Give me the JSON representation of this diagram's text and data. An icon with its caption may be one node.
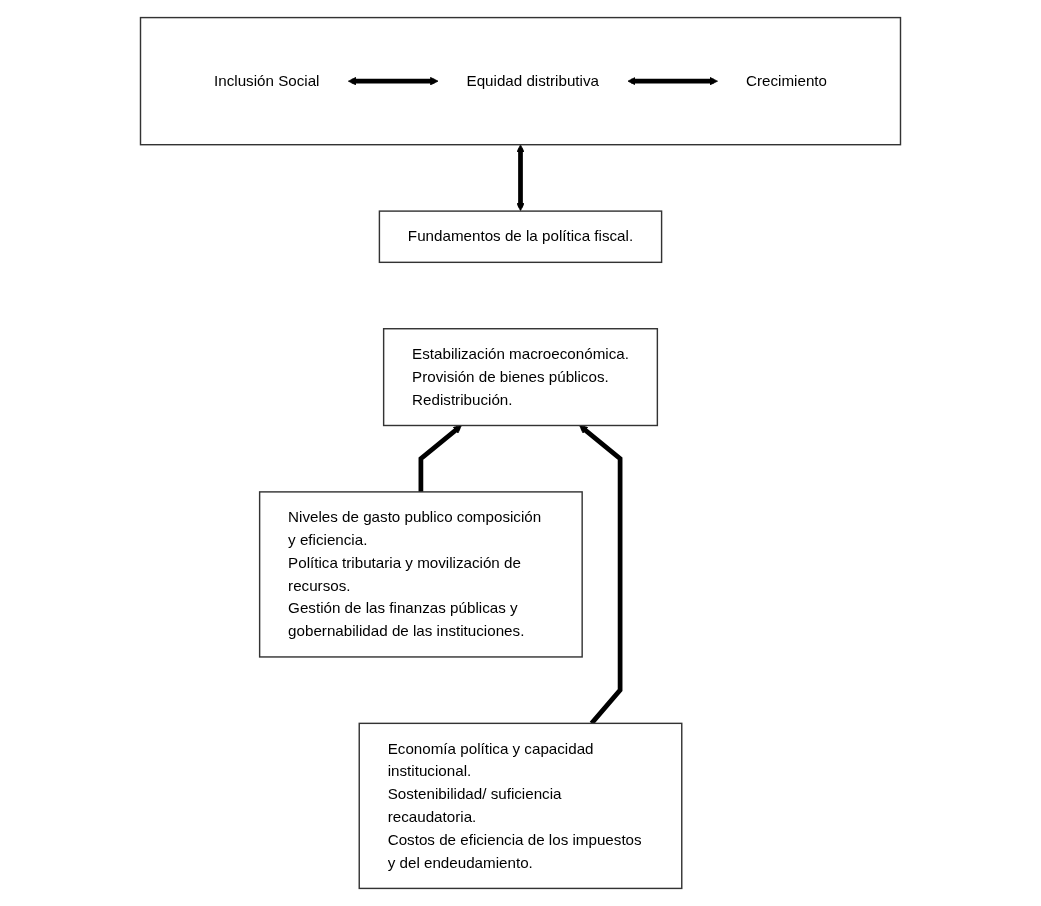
{
  "diagram": {
    "nodes": [
      {
        "text": [],
        "shape": "box"
      },
      {
        "text": [
          "Crecimiento"
        ],
        "in": 0
      },
      {
        "text": [
          "Equidad distributiva"
        ],
        "in": 0
      },
      {
        "text": [
          "Inclusión Social"
        ],
        "in": 0
      },
      {
        "text": [
          "Fundamentos de la política fiscal."
        ]
      },
      {
        "text": [
          "Estabilización macroeconómica.",
          "Provisión de bienes públicos.",
          "Redistribución."
        ]
      },
      {
        "text": [
          "Niveles de gasto publico composición y eficiencia.",
          "Política tributaria y movilización de recursos.",
          "Gestión de las finanzas públicas y gobernabilidad de las instituciones."
        ]
      },
      {
        "text": [
          "Economía política y capacidad institucional.",
          "Sostenibilidad/ suficiencia recaudatoria.",
          "Costos de eficiencia de los impuestos y del endeudamiento."
        ]
      }
    ],
    "edges": [
      {
        "from": 1,
        "to": 2,
        "arrow": "both"
      },
      {
        "from": 2,
        "to": 3,
        "arrow": "both"
      },
      {
        "from": 0,
        "to": 4,
        "arrow": "both"
      },
      {
        "from": 6,
        "to": 5,
        "arrow": "to"
      },
      {
        "from": 7,
        "to": 5,
        "arrow": "to"
      }
    ]
  }
}
